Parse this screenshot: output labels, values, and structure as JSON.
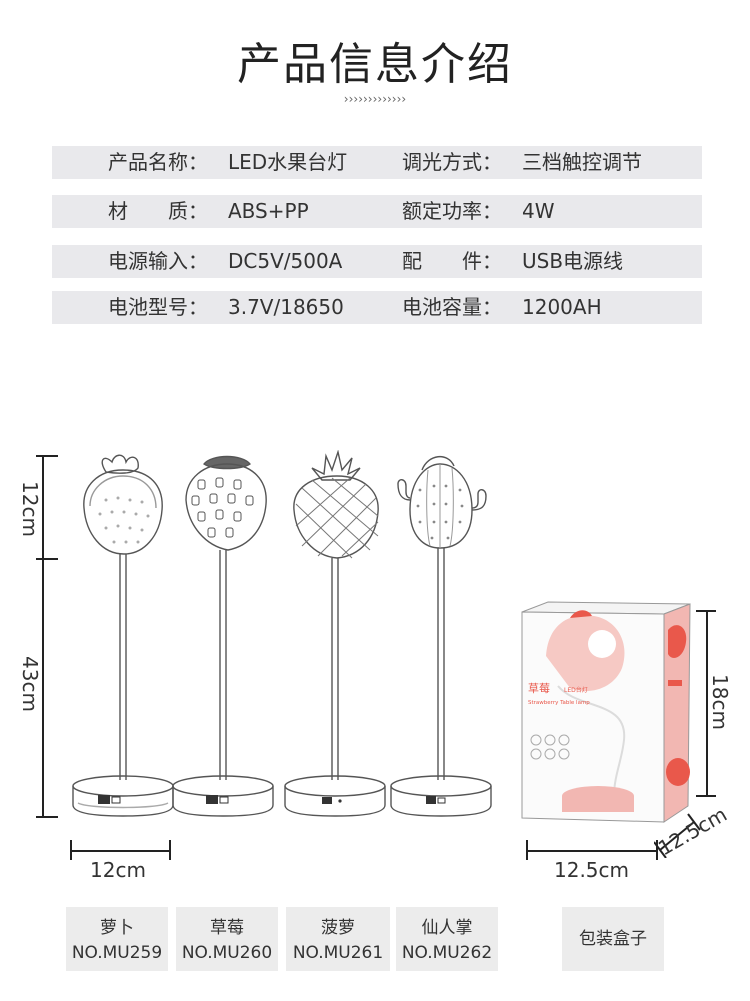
{
  "page": {
    "title": "产品信息介绍",
    "divider": "›››››››››››››"
  },
  "specs": [
    {
      "label1": "产品名称：",
      "value1": "LED水果台灯",
      "label2": "调光方式：",
      "value2": "三档触控调节"
    },
    {
      "label1": "材　　质：",
      "value1": "ABS+PP",
      "label2": "额定功率：",
      "value2": "4W"
    },
    {
      "label1": "电源输入：",
      "value1": "DC5V/500A",
      "label2": "配　　件：",
      "value2": "USB电源线"
    },
    {
      "label1": "电池型号：",
      "value1": "3.7V/18650",
      "label2": "电池容量：",
      "value2": "1200AH"
    }
  ],
  "dimensions": {
    "head_height": "12cm",
    "stem_height": "43cm",
    "base_width": "12cm",
    "box_height": "18cm",
    "box_width": "12.5cm",
    "box_depth": "12.5cm"
  },
  "box_art": {
    "name_cn": "草莓",
    "name_en": "Strawberry Table lamp",
    "badge": "LED台灯"
  },
  "products": [
    {
      "name": "萝卜",
      "code": "NO.MU259"
    },
    {
      "name": "草莓",
      "code": "NO.MU260"
    },
    {
      "name": "菠萝",
      "code": "NO.MU261"
    },
    {
      "name": "仙人掌",
      "code": "NO.MU262"
    }
  ],
  "box_caption": "包装盒子",
  "colors": {
    "row_bg": "#e9e9ec",
    "box_pink": "#f2b7b2",
    "strawberry_red": "#e9584b"
  }
}
